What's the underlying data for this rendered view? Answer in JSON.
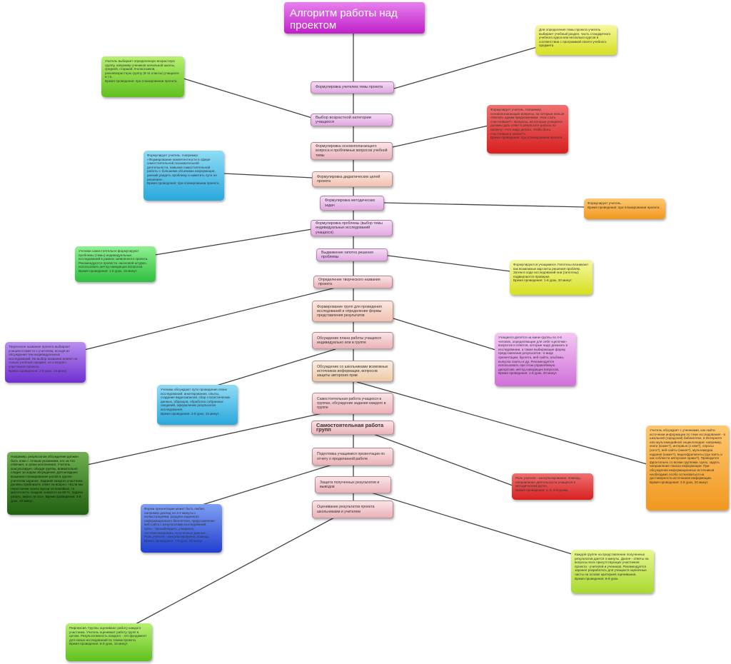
{
  "title": "Алгоритм работы над проектом",
  "steps": [
    "Формулировка учителем темы проекта",
    "Выбор возрастной категории учащихся",
    "Формулировка основополагающего вопроса и проблемных вопросов учебной темы",
    "Формулировка дидактических целей проекта",
    "Формулировка методических задач",
    "Формулировка проблемы (выбор темы индивидуальных исследований учащихся)",
    "Выдвижение гипотез решения проблемы",
    "Определение творческого названия проекта",
    "Формирование групп для проведения исследований и определение формы представления результатов",
    "Обсуждение плана работы учащихся индивидуально или в группе",
    "Обсуждение со школьниками возможных источников информации, вопросов защиты авторских прав",
    "Самостоятельная работа учащихся в группах, обсуждение задания каждого в группе",
    "Самостоятельная работа групп",
    "Подготовка учащимися презентации по отчету о проделанной работе",
    "Защита полученных результатов и выводов",
    "Оценивание результатов проекта школьниками и учителем"
  ],
  "notes": {
    "theme": "Для определения темы проекта учитель выбирает учебный раздел, часть стандартного учебного курса или несколько курсов в соответствии с программой своего учебного предмета",
    "age": "Учитель выбирает определенную возрастную группу, например учеников начальной школы, средней, старшей, 9-классников, разновозрастную группу (8-11 классы) учащихся и т.п.\nВремя проведения: при планировании проекта.",
    "questions": "Формулирует учитель. Например, основополагающие вопросы, на которые нельзя ответить одним предложением: «Как стать счастливым?». Вопросы, на которые учащиеся должны дать ответ в результате работы по проекту: «Что надо делать, чтобы быть счастливым в школе?».\nВремя проведения: при планировании проекта.",
    "goals": "Формулирует учитель. Например: «Формирование компетентности в сфере самостоятельной познавательной деятельности, навыков самостоятельной работы с большими объемами информации, умений увидеть проблему и наметить пути ее решения».\nВремя проведения: при планировании проекта.",
    "tasks": "Формулирует учитель.\nВремя проведения: при планировании проекта.",
    "problem": "Ученики самостоятельно формулируют проблемы (темы) индивидуальных исследований в рамках заявленного проекта. Рекомендуются провести «мозговой штурм», использовать метод наводящих вопросов.\nВремя проведения: 1-й урок, 15 минут.",
    "hypothesis": "Формулируются учащимися. Гипотезы возникают как возможные вар-анты решения проблем. Затем в ходе исследований они (гипотезы) подвергаются проверке.\nВремя проведения: 1-й урок, 20 минут.",
    "name": "Творческое название проекта выбирают учащиеся вместе с учителем, исходя из обсуждения тем индивидуальных исследований. На выбор названия влияет не только учебный предмет, но и возраст участников проекта.\nВремя проведения: 2-й урок, 10 минут.",
    "groups": "Учащиеся делятся на мини-группы по 4-6 человек, определяющие для себя «цепочки» вопросов и ответов, которые надо доказать в исследовании, а также выбирающие форму представления результатов - в виде презентации, буклета, веб-сайта, альбома, выпуска газеты и др. Рекомендуется использовать при этом управляемую дискуссию, метод наводящих вопросов.\nВремя проведения: 1-й урок, 20 минут.",
    "plan": "Ученики обсуждают пути проведения своих исследований: анкетирование, опыты, создание видеозаписей, сбор статистических данных, образцов, обработка собранных сведений, оформление результатов исследования.\nВремя проведения: 2-й урок, 15 минут.",
    "sources": "Учитель обсуждает с учениками, как найти источники информации по теме исследования - в школьной (городской) библиотеке, в Интернете или мультимедийной энциклопедии: например, книги (какие?), интервью (с кем?), опросы (кого?), веб-сайты (какие?), мультимедиа издания (какие?), видеофрагменты (где взять и как соблюсти авторские права?). Проводится фронтально со всеми группами. Цель: задать направление поиска информации. При обсуждении информационных источников необходимо особо остановиться на достоверности источников информации.\nВремя проведения: 3-й урок, 20 минут.",
    "selfwork": "Например, результатом обсуждения должен быть план с точным указанием, кто за что отвечает, и сроки исполнения. Учитель консультирует, обходя группы, внимательно следит за ходом обсуждения. Для младших возможно планирование ролей в группе учителем заранее. Задания каждого участника должны приблизить ответ на вопрос: «Если мы перестанем гасить мусор на помойках, то кислотность осадков снизится на 60 %. Задача узнать, верно ли это». Время проведения: 3-й урок, 10 минут.",
    "teacher_role": "Роль учителя - консультирование, помощь, направление деятельности учащихся в методическом русле.\nВремя проведения: 4, 5, 6-й уроки.",
    "presentation": "Форма презентации может быть любая, например доклад на 3-4 минуты с иллюстрациями, раздача изданного информационного бюллетеня, представление веб-сайта с результатами исследований.\nЦель - пронаблюдать, учащихся, систематизировать полученные данные.\nРоль учителя - консультирование, помощь.\nВремя проведения: 7-й урок, 20 минут.",
    "defense": "Каждой группе на представление полученных результатов дается 4 минуты. Далее - ответы на вопросы всех присутствующих участников проекта - учителей и учеников. Рекомендуется заранее разработать для учащихся оценочные листы на основе критериев оценивания.\nВремя проведения: 8-й урок.",
    "reflection": "Рефлексия. Группы оценивают работу каждого участника. Учитель оценивает работу групп в целом. Результативность каждого - это фундамент для новых исследований по темам проекта.\nВремя проведения: 8-й урок, 15 минут."
  },
  "colors": {
    "title": "#d040d8",
    "line": "#444444"
  }
}
